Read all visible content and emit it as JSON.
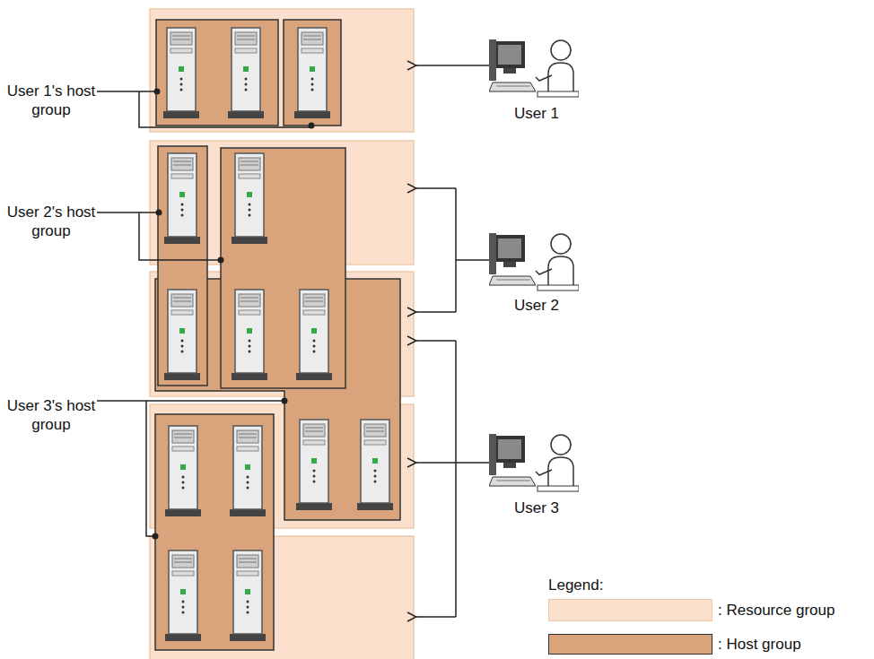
{
  "diagram": {
    "labels": [
      "User 1's host group",
      "User 2's host group",
      "User 3's host group",
      "User 1",
      "User 2",
      "User 3",
      "Legend:"
    ],
    "legend": [
      {
        "text": ": Resource group",
        "color": "#fbe1cd"
      },
      {
        "text": ": Host group",
        "color": "#d9a47c"
      }
    ]
  }
}
